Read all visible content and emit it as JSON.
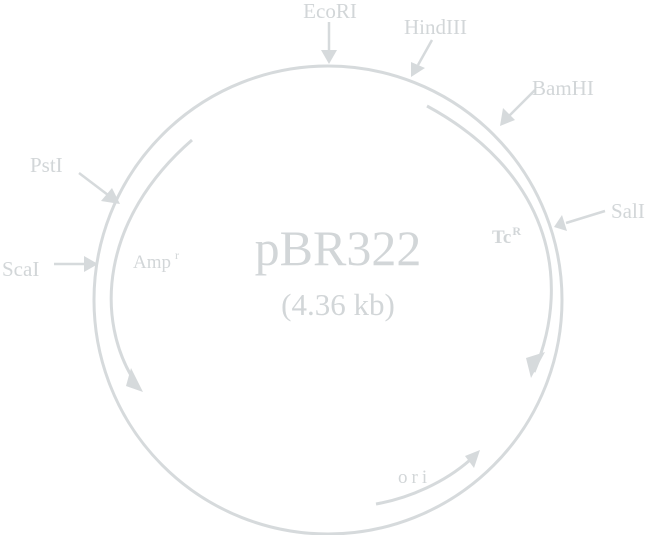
{
  "plasmid": {
    "name": "pBR322",
    "size": "(4.36 kb)"
  },
  "sites": {
    "ecori": "EcoRI",
    "hindiii": "HindIII",
    "bamhi": "BamHI",
    "sali": "SalI",
    "psti": "PstI",
    "scai": "ScaI"
  },
  "genes": {
    "amp": {
      "label": "Amp",
      "sup": "r"
    },
    "tc": {
      "label": "Tc",
      "sup": "R"
    },
    "ori": {
      "label": "ori"
    }
  },
  "colors": {
    "diagram": "#d6dadc",
    "text": "#d2d6d8"
  }
}
